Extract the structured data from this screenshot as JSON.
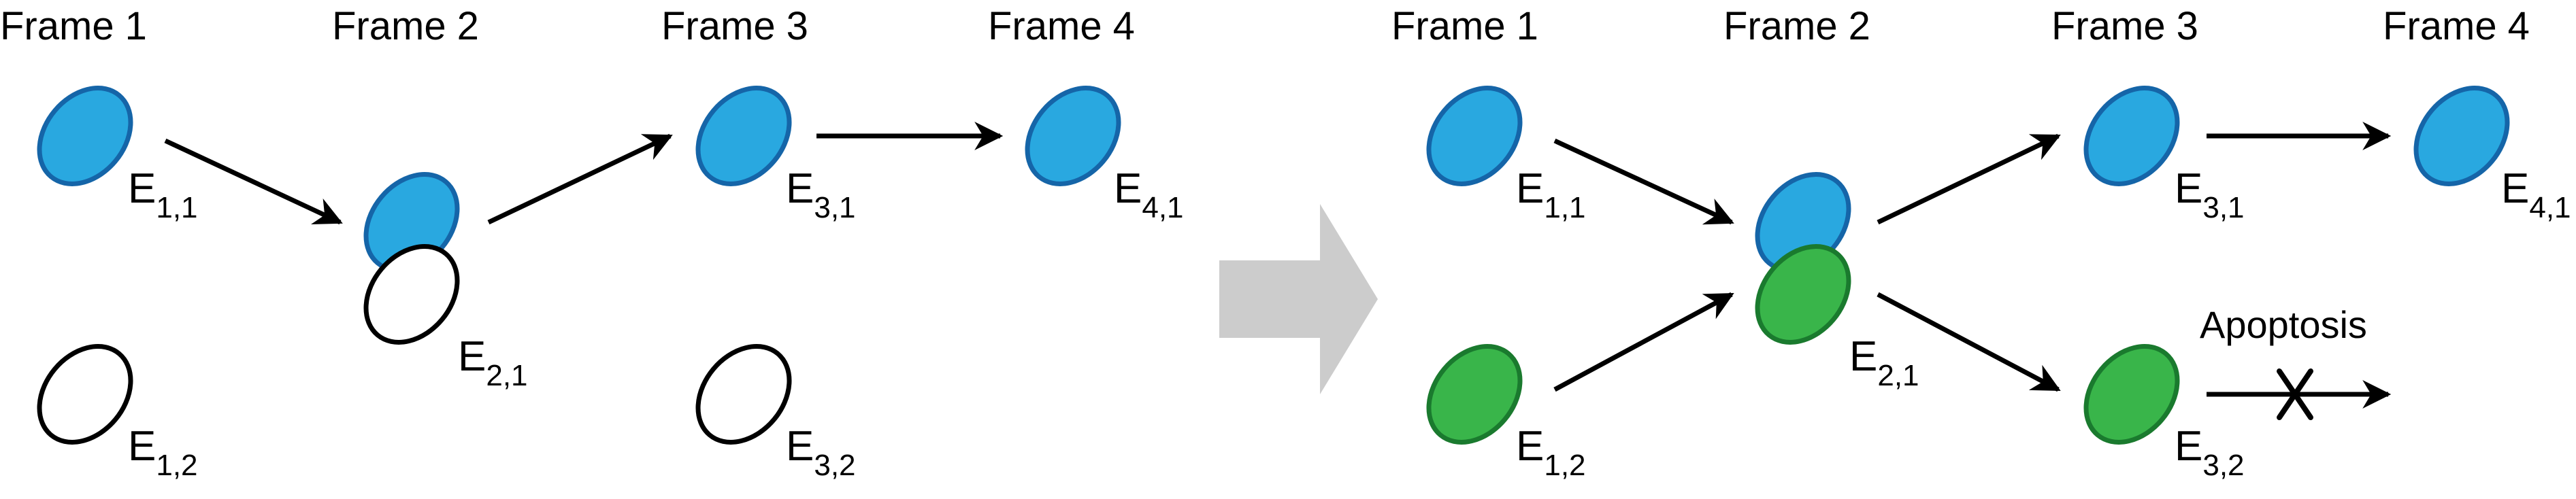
{
  "colors": {
    "blue_fill": "#29A8E0",
    "blue_stroke": "#1565A8",
    "green_fill": "#39B54A",
    "green_stroke": "#1A7A2E",
    "outline_stroke": "#000000",
    "transition_arrow": "#CCCCCC"
  },
  "left_panel": {
    "frames": [
      "Frame 1",
      "Frame 2",
      "Frame 3",
      "Frame 4"
    ],
    "entities": [
      {
        "main": "E",
        "sub": "1,1"
      },
      {
        "main": "E",
        "sub": "1,2"
      },
      {
        "main": "E",
        "sub": "2,1"
      },
      {
        "main": "E",
        "sub": "3,1"
      },
      {
        "main": "E",
        "sub": "3,2"
      },
      {
        "main": "E",
        "sub": "4,1"
      }
    ]
  },
  "right_panel": {
    "frames": [
      "Frame 1",
      "Frame 2",
      "Frame 3",
      "Frame 4"
    ],
    "entities": [
      {
        "main": "E",
        "sub": "1,1"
      },
      {
        "main": "E",
        "sub": "1,2"
      },
      {
        "main": "E",
        "sub": "2,1"
      },
      {
        "main": "E",
        "sub": "3,1"
      },
      {
        "main": "E",
        "sub": "3,2"
      },
      {
        "main": "E",
        "sub": "4,1"
      }
    ],
    "apoptosis_label": "Apoptosis"
  }
}
